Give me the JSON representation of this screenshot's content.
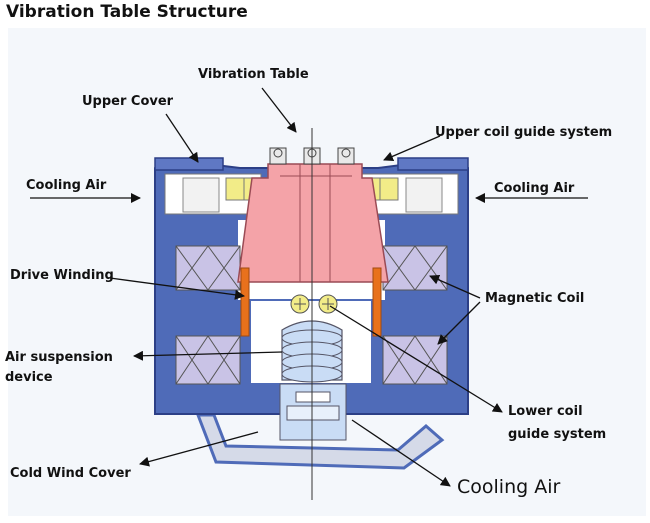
{
  "title": "Vibration Table Structure",
  "labels": {
    "vibration_table": "Vibration Table",
    "upper_cover": "Upper Cover",
    "upper_coil_guide": "Upper coil guide system",
    "cooling_air_left": "Cooling Air",
    "cooling_air_right": "Cooling Air",
    "drive_winding": "Drive Winding",
    "magnetic_coil": "Magnetic Coil",
    "air_suspension_line1": "Air suspension",
    "air_suspension_line2": "device",
    "lower_coil_line1": "Lower coil",
    "lower_coil_line2": "guide system",
    "cold_wind_cover": "Cold Wind Cover",
    "cooling_air_bottom": "Cooling Air"
  },
  "colors": {
    "body_blue": "#4f6bb8",
    "table_pink": "#f4a3a8",
    "coil_lavender": "#c9c3e6",
    "winding_orange": "#e8711c",
    "guide_yellow": "#f2ec88",
    "suspension_blue": "#c9dcf5"
  }
}
